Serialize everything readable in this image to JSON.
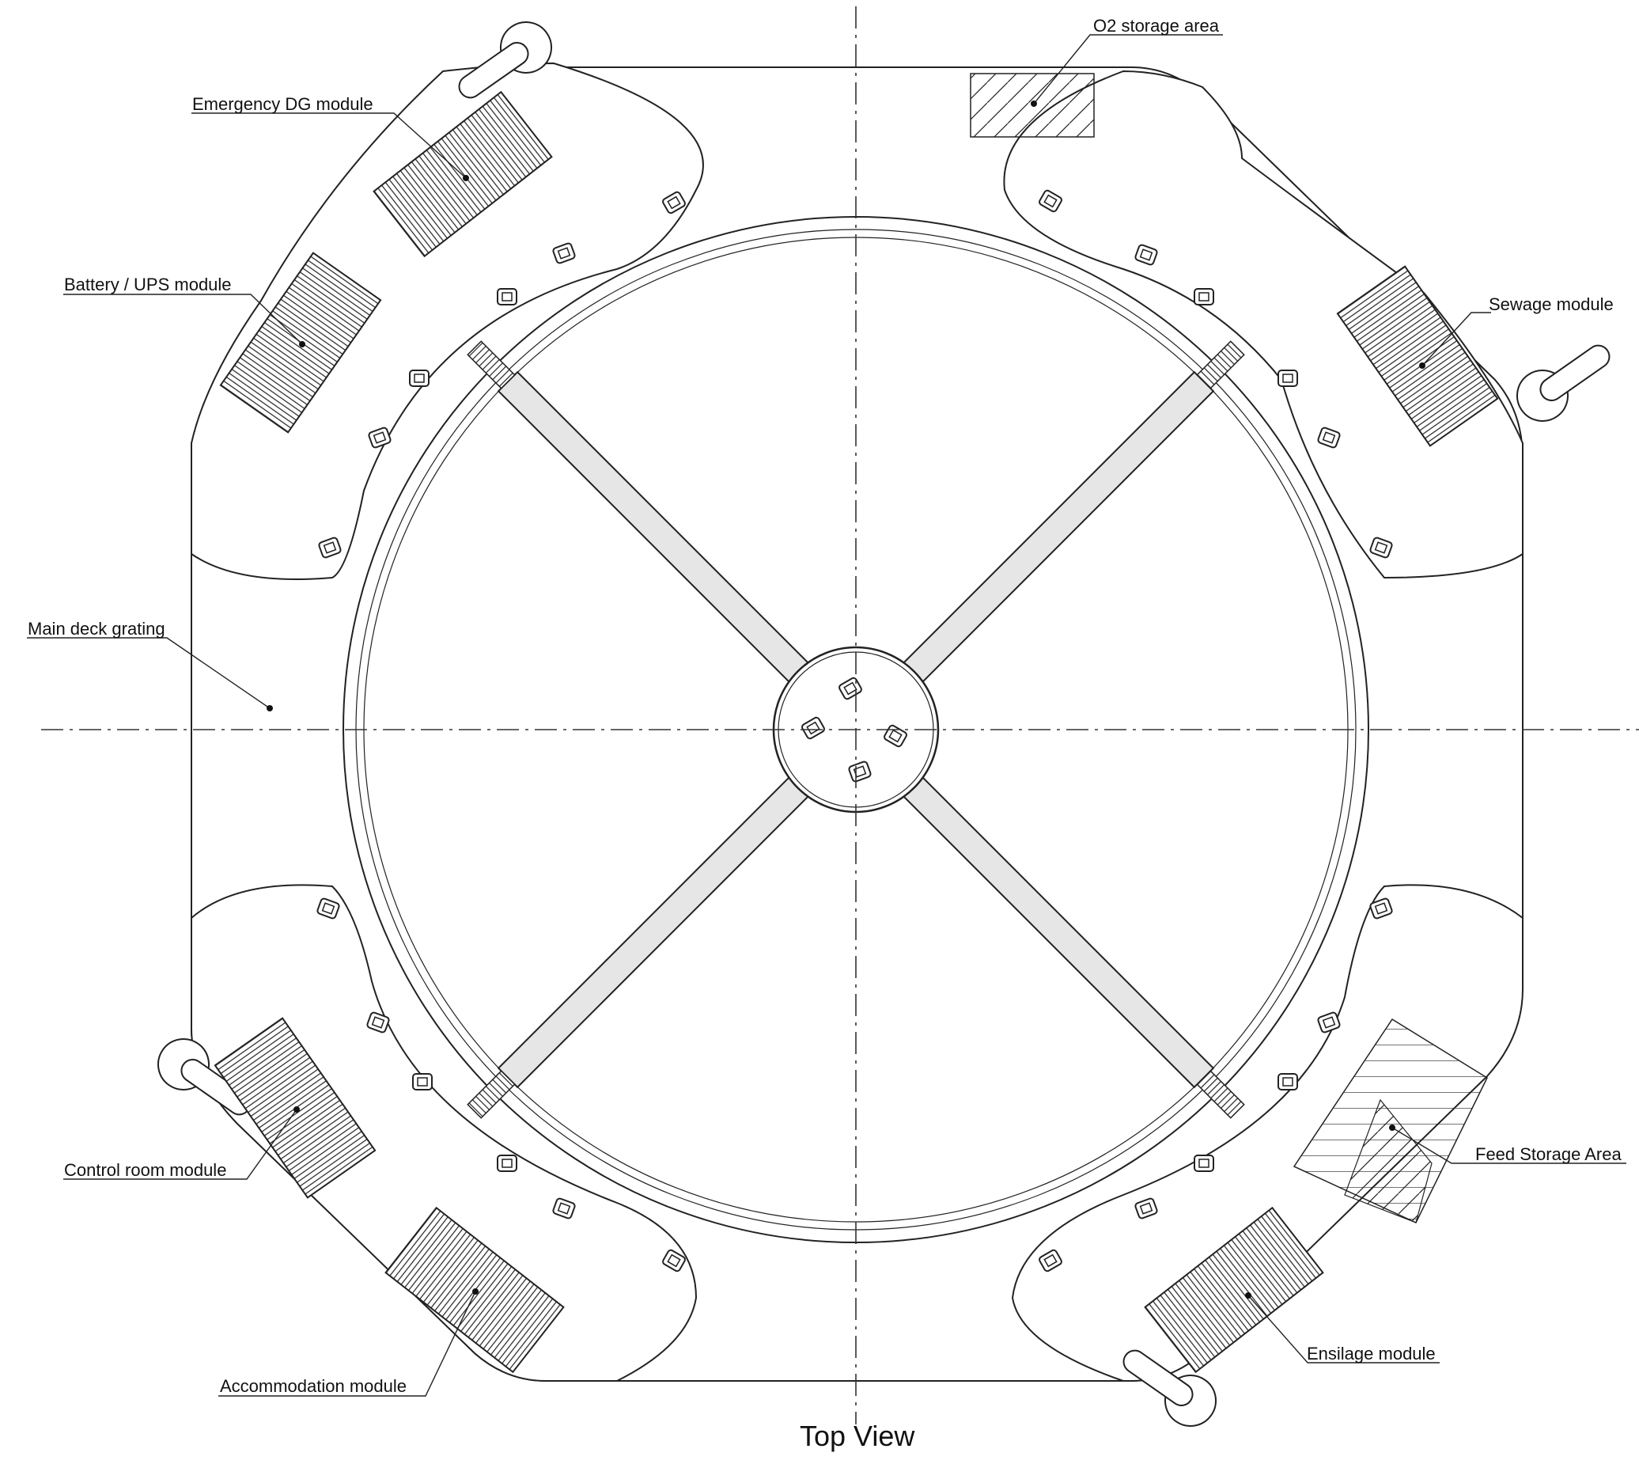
{
  "drawing": {
    "view_title": "Top View",
    "labels": {
      "o2_storage": "O2 storage area",
      "emergency_dg": "Emergency DG module",
      "battery_ups": "Battery / UPS module",
      "sewage": "Sewage module",
      "main_deck": "Main deck grating",
      "control_room": "Control room module",
      "feed_storage": "Feed Storage Area",
      "accommodation": "Accommodation module",
      "ensilage": "Ensilage module"
    }
  },
  "colors": {
    "line": "#222222",
    "background": "#ffffff",
    "hatch": "#555555"
  }
}
